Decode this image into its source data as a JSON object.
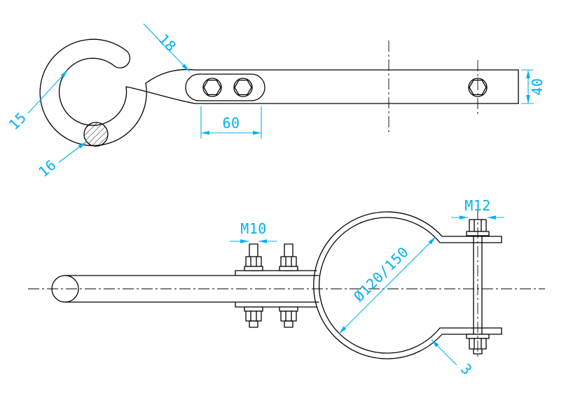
{
  "drawing": {
    "background": "#ffffff",
    "line_color": "#000000",
    "dimension_color": "#00B0F0",
    "top_view": {
      "hook_opening": "18",
      "hook_diameter": "15",
      "bar_section_diameter": "16",
      "hole_spacing": "60",
      "bar_width": "40"
    },
    "bottom_view": {
      "clamp_bolts": "M10",
      "flange_bolt": "M12",
      "pipe_diameter": "Ø120/150",
      "band_thickness": "3"
    }
  }
}
